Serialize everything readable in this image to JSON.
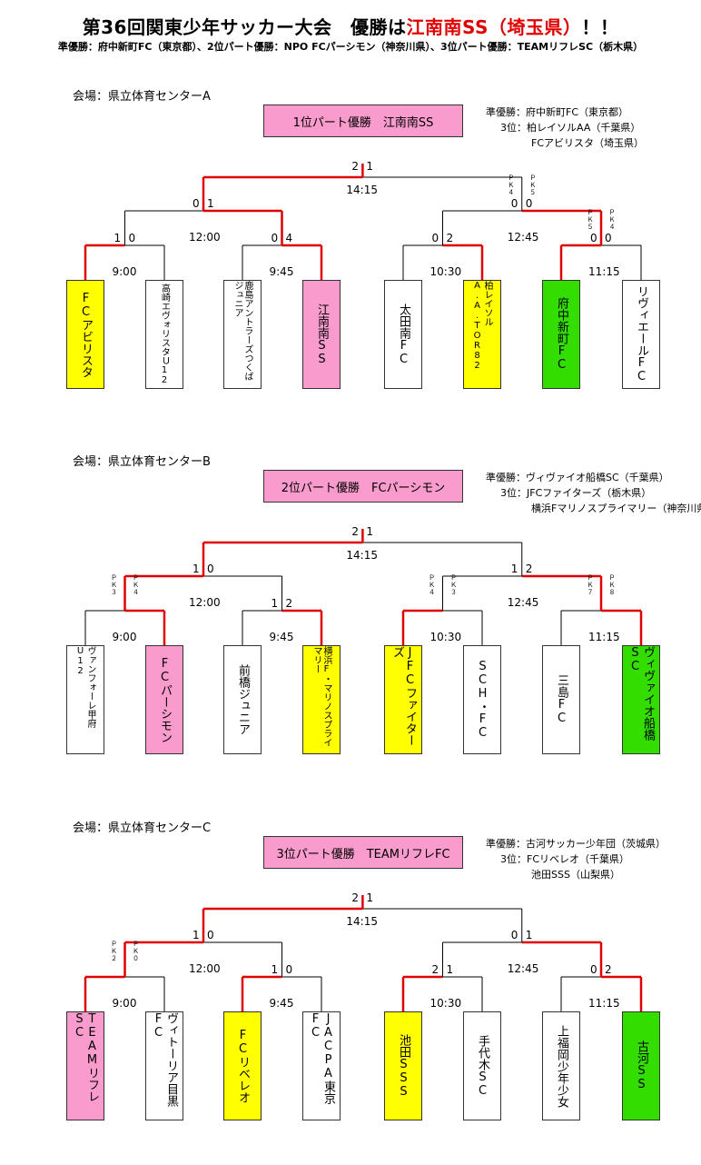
{
  "header": {
    "title_prefix": "第36回関東少年サッカー大会　優勝は",
    "title_winner": "江南南SS（埼玉県）",
    "title_suffix": "！！",
    "subtitle": "準優勝：府中新町FC（東京都）、2位パート優勝：NPO FCパーシモン（神奈川県）、3位パート優勝：TEAMリフレSC（栃木県）"
  },
  "colors": {
    "red": "#e00000",
    "pink": "#f99ccd",
    "yellow": "#ffff00",
    "green": "#33dd00"
  },
  "sections": [
    {
      "venue": "会場：県立体育センターA",
      "champion": "1位パート優勝　江南南SS",
      "results": [
        "準優勝：府中新町FC（東京都）",
        "3位：柏レイソルAA（千葉県）",
        "FCアビリスタ（埼玉県）"
      ],
      "times": {
        "final": "14:15",
        "semi_left": "12:00",
        "semi_right": "12:45",
        "r1": "9:00",
        "r2": "9:45",
        "r3": "10:30",
        "r4": "11:15"
      },
      "scores": {
        "final": [
          "2",
          "1"
        ],
        "semi_left": [
          "0",
          "1"
        ],
        "semi_right": [
          "0",
          "0"
        ],
        "r1": [
          "1",
          "0"
        ],
        "r2": [
          "0",
          "4"
        ],
        "r3": [
          "0",
          "2"
        ],
        "r4": [
          "0",
          "0"
        ]
      },
      "pk": {
        "semi_right": [
          "ＰＫ４",
          "ＰＫ５"
        ],
        "r4": [
          "ＰＫ５",
          "ＰＫ４"
        ]
      },
      "teams": [
        "FCアビリスタ",
        "高崎エヴォリスタＵ12",
        "鹿島アントラーズつくばジュニア",
        "江南南SS",
        "太田南FC",
        "柏レイソルA.A.TOR82",
        "府中新町FC",
        "リヴィエールFC"
      ]
    },
    {
      "venue": "会場：県立体育センターB",
      "champion": "2位パート優勝　FCパーシモン",
      "results": [
        "準優勝：ヴィヴァイオ船橋SC（千葉県）",
        "3位：JFCファイターズ（栃木県）",
        "横浜Fマリノスプライマリー（神奈川県）"
      ],
      "times": {
        "final": "14:15",
        "semi_left": "12:00",
        "semi_right": "12:45",
        "r1": "9:00",
        "r2": "9:45",
        "r3": "10:30",
        "r4": "11:15"
      },
      "scores": {
        "final": [
          "2",
          "1"
        ],
        "semi_left": [
          "1",
          "0"
        ],
        "semi_right": [
          "1",
          "2"
        ],
        "r1": [
          "",
          ""
        ],
        "r2": [
          "1",
          "2"
        ],
        "r3": [
          "",
          ""
        ],
        "r4": [
          "",
          ""
        ]
      },
      "pk": {
        "r1": [
          "ＰＫ３",
          "ＰＫ４"
        ],
        "r3": [
          "ＰＫ４",
          "ＰＫ３"
        ],
        "r4": [
          "ＰＫ７",
          "ＰＫ８"
        ]
      },
      "teams": [
        "ヴァンフォーレ甲府U12",
        "FCパーシモン",
        "前橋ジュニア",
        "横浜F・マリノスプライマリー",
        "JFCファイターズ",
        "SCH・FC",
        "三島FC",
        "ヴィヴァイオ船橋SC"
      ]
    },
    {
      "venue": "会場：県立体育センターC",
      "champion": "3位パート優勝　TEAMリフレFC",
      "results": [
        "準優勝：古河サッカー少年団（茨城県）",
        "3位：FCリベレオ（千葉県）",
        "池田SSS（山梨県）"
      ],
      "times": {
        "final": "14:15",
        "semi_left": "12:00",
        "semi_right": "12:45",
        "r1": "9:00",
        "r2": "9:45",
        "r3": "10:30",
        "r4": "11:15"
      },
      "scores": {
        "final": [
          "2",
          "1"
        ],
        "semi_left": [
          "1",
          "0"
        ],
        "semi_right": [
          "0",
          "1"
        ],
        "r1": [
          "",
          ""
        ],
        "r2": [
          "1",
          "0"
        ],
        "r3": [
          "2",
          "1"
        ],
        "r4": [
          "0",
          "2"
        ]
      },
      "pk": {
        "r1": [
          "ＰＫ２",
          "ＰＫ０"
        ]
      },
      "teams": [
        "TEAMリフレSC",
        "ヴィトーリア目黒FC",
        "FCリベレオ",
        "JACPA東京FC",
        "池田SSS",
        "手代木SC",
        "上福岡少年少女",
        "古河SS"
      ]
    }
  ]
}
